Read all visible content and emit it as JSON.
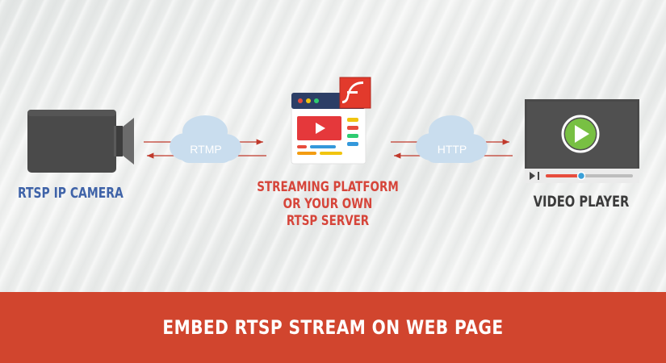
{
  "nodes": {
    "camera_label": "RTSP IP CAMERA",
    "platform_label_line1": "STREAMING PLATFORM",
    "platform_label_line2": "OR YOUR OWN",
    "platform_label_line3": "RTSP SERVER",
    "player_label": "VIDEO PLAYER"
  },
  "connections": {
    "left_protocol": "RTMP",
    "right_protocol": "HTTP"
  },
  "footer": {
    "title": "EMBED RTSP STREAM ON WEB PAGE"
  },
  "icons": [
    "video-camera-icon",
    "cloud-icon",
    "browser-window-icon",
    "flash-icon",
    "play-icon",
    "video-player-icon"
  ],
  "colors": {
    "accent_red": "#d1452e",
    "camera_blue": "#3f63a8",
    "dark_gray": "#3b3b3b",
    "cloud_blue": "#c9ddee",
    "play_green": "#78c043"
  }
}
